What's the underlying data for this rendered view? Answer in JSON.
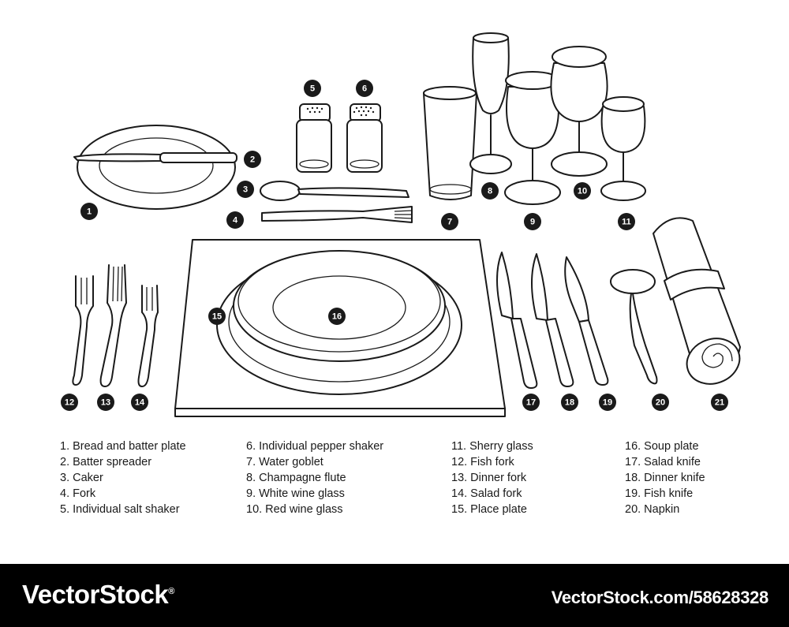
{
  "markers": [
    "1",
    "2",
    "3",
    "4",
    "5",
    "6",
    "7",
    "8",
    "9",
    "10",
    "11",
    "12",
    "13",
    "14",
    "15",
    "16",
    "17",
    "18",
    "19",
    "20",
    "21"
  ],
  "legend": {
    "col1": [
      "1. Bread and batter plate",
      "2. Batter spreader",
      "3. Caker",
      "4. Fork",
      "5. Individual salt shaker"
    ],
    "col2": [
      "6. Individual pepper shaker",
      "7. Water goblet",
      "8. Champagne flute",
      "9. White wine glass",
      "10. Red wine glass"
    ],
    "col3": [
      "11. Sherry glass",
      "12. Fish fork",
      "13. Dinner fork",
      "14. Salad fork",
      "15. Place plate"
    ],
    "col4": [
      "16. Soup plate",
      "17. Salad knife",
      "18. Dinner knife",
      "19. Fish knife",
      "20. Napkin"
    ]
  },
  "footer": {
    "brand": "VectorStock",
    "registered": "®",
    "image_id": "VectorStock.com/58628328"
  }
}
